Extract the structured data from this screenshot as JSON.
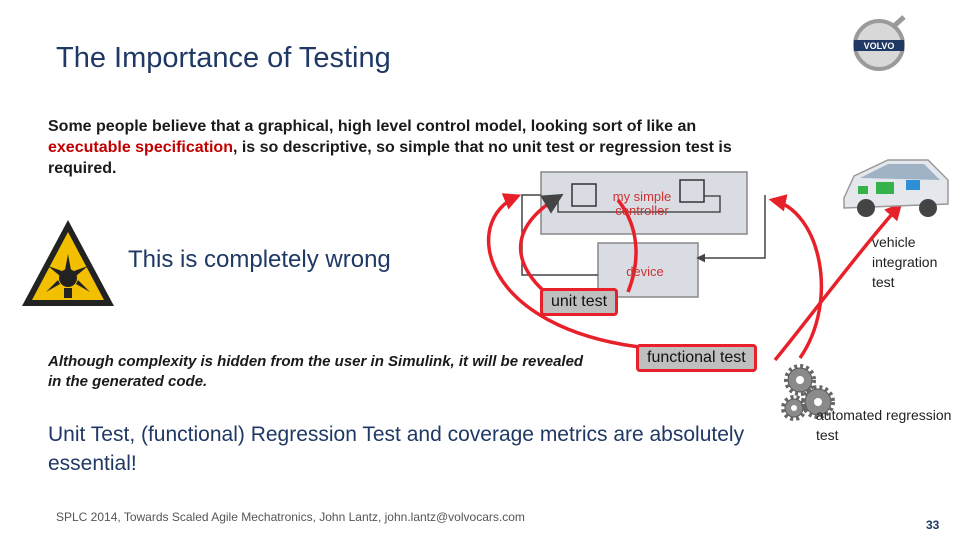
{
  "slide": {
    "title": "The Importance of Testing",
    "intro": {
      "part1": "Some people believe that a graphical, high level control model, looking sort of like an ",
      "highlight": "executable specification",
      "part2": ", is so descriptive, so simple that no unit test or regression test is required."
    },
    "wrong_statement": "This is completely wrong",
    "complexity_note": "Although complexity is hidden from the user in Simulink, it will be revealed in the generated code.",
    "conclusion": "Unit Test, (functional) Regression Test and coverage metrics are absolutely essential!",
    "footer": "SPLC 2014, Towards Scaled Agile Mechatronics, John Lantz, john.lantz@volvocars.com",
    "page_number": "33",
    "logo_text": "VOLVO"
  },
  "diagram": {
    "controller_label": "my simple controller",
    "device_label": "device",
    "unit_test_label": "unit test",
    "functional_test_label": "functional test",
    "vehicle_test_label": "vehicle integration test",
    "automated_test_label": "automated regression test"
  },
  "colors": {
    "title": "#1f3864",
    "highlight": "#c00000",
    "arrow": "#e8202a",
    "box": "#d9dde3"
  },
  "icons": [
    "warning-explosive-icon",
    "car-icon",
    "gears-icon",
    "volvo-logo-icon"
  ]
}
